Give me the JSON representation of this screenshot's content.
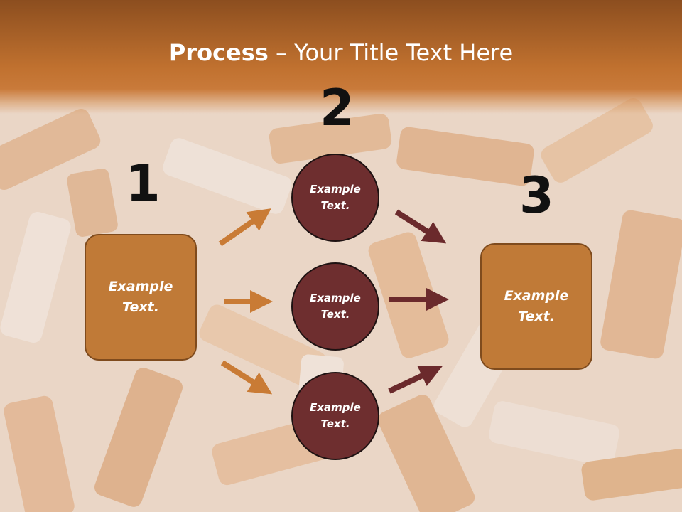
{
  "slide": {
    "title_bold": "Process",
    "title_rest": " – Your Title Text Here"
  },
  "steps": {
    "step1_number": "1",
    "step2_number": "2",
    "step3_number": "3"
  },
  "nodes": {
    "left_box": "Example Text.",
    "right_box": "Example Text.",
    "circle_top": "Example Text.",
    "circle_middle": "Example Text.",
    "circle_bottom": "Example Text."
  },
  "colors": {
    "header": "#c0712f",
    "box_fill": "#c07a37",
    "circle_fill": "#6e2e2f",
    "left_arrows": "#c97b35",
    "right_arrows": "#6b2a2c"
  }
}
